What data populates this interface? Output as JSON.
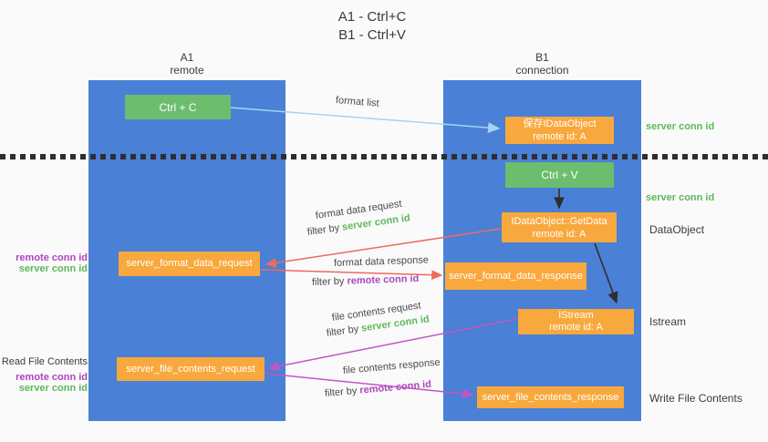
{
  "title": {
    "line1": "A1 - Ctrl+C",
    "line2": "B1 - Ctrl+V"
  },
  "lanes": {
    "a1": {
      "title": "A1",
      "subtitle": "remote"
    },
    "b1": {
      "title": "B1",
      "subtitle": "connection"
    }
  },
  "nodes": {
    "ctrl_c": {
      "label": "Ctrl + C"
    },
    "ctrl_v": {
      "label": "Ctrl + V"
    },
    "save_idataobject": {
      "line1": "保存IDataObject",
      "line2": "remote id: A"
    },
    "getdata": {
      "line1": "IDataObject::GetData",
      "line2": "remote id: A"
    },
    "istream": {
      "line1": "IStream",
      "line2": "remote id: A"
    },
    "format_request": {
      "label": "server_format_data_request"
    },
    "format_response": {
      "label": "server_format_data_response"
    },
    "file_request": {
      "label": "server_file_contents_request"
    },
    "file_response": {
      "label": "server_file_contents_response"
    }
  },
  "right_labels": {
    "server_conn_id_top": "server conn id",
    "server_conn_id_mid": "server conn id",
    "dataobject": "DataObject",
    "istream": "Istream",
    "write_file_contents": "Write File Contents"
  },
  "left_labels": {
    "remote_conn_id_top": "remote conn id",
    "server_conn_id_top": "server conn id",
    "read_file_contents": "Read File Contents",
    "remote_conn_id_bottom": "remote conn id",
    "server_conn_id_bottom": "server conn id"
  },
  "arrow_labels": {
    "format_list": "format list",
    "format_data_request": {
      "text": "format data request",
      "filter_prefix": "filter by ",
      "filter_value": "server conn id"
    },
    "format_data_response": {
      "text": "format data response",
      "filter_prefix": "filter by ",
      "filter_value": "remote conn id"
    },
    "file_contents_request": {
      "text": "file contents request",
      "filter_prefix": "filter by ",
      "filter_value": "server conn id"
    },
    "file_contents_response": {
      "text": "file contents response",
      "filter_prefix": "filter by ",
      "filter_value": "remote conn id"
    }
  },
  "colors": {
    "lane_blue": "#4a80d5",
    "action_green": "#6cbd6e",
    "message_orange": "#f8a83c",
    "green_id_text": "#5cb85c",
    "purple_id_text": "#ab47bc",
    "request_red": "#ee6a5f",
    "response_magenta": "#c653c6",
    "format_list_blue": "#a6d3f2",
    "black_arrow": "#2e2e2e",
    "background": "#fafafa"
  }
}
